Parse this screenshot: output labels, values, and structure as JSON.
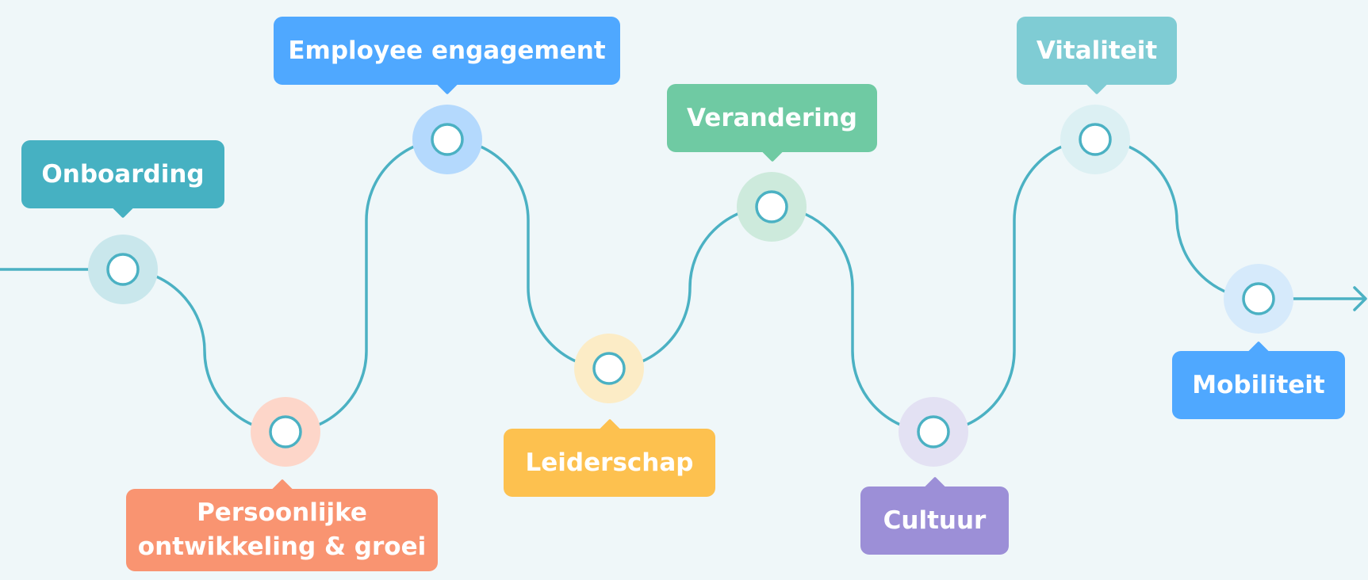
{
  "colors": {
    "background": "#eff7f9",
    "line": "#4bb1c3",
    "node_fill": "#ffffff"
  },
  "steps": [
    {
      "label": "Onboarding",
      "color": "#46b1c2",
      "halo": "#c9e7ec"
    },
    {
      "label_lines": [
        "Persoonlijke",
        "ontwikkeling & groei"
      ],
      "color": "#f99471",
      "halo": "#fdd6c9"
    },
    {
      "label": "Employee engagement",
      "color": "#4fa8ff",
      "halo": "#b4d9fd"
    },
    {
      "label": "Leiderschap",
      "color": "#fdc14f",
      "halo": "#fcecc6"
    },
    {
      "label": "Verandering",
      "color": "#6fcaa3",
      "halo": "#cdeadc"
    },
    {
      "label": "Cultuur",
      "color": "#9c8fd7",
      "halo": "#e3e1f3"
    },
    {
      "label": "Vitaliteit",
      "color": "#7fccd4",
      "halo": "#dcf0f3"
    },
    {
      "label": "Mobiliteit",
      "color": "#4fa8ff",
      "halo": "#d6eafb"
    }
  ]
}
